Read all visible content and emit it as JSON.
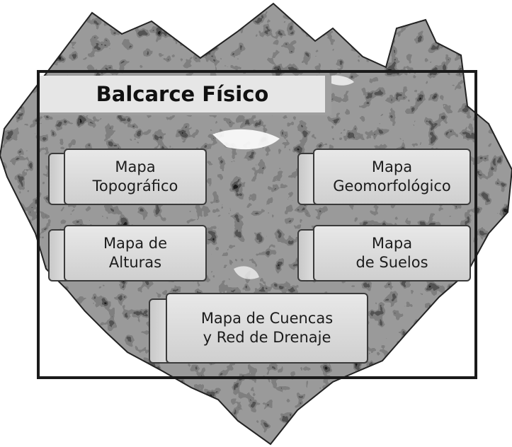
{
  "diagram": {
    "title": "Balcarce Físico",
    "boxes": [
      {
        "id": "topografico",
        "lines": [
          "Mapa",
          "Topográfico"
        ]
      },
      {
        "id": "geomorfologico",
        "lines": [
          "Mapa",
          "Geomorfológico"
        ]
      },
      {
        "id": "alturas",
        "lines": [
          "Mapa de",
          "Alturas"
        ]
      },
      {
        "id": "suelos",
        "lines": [
          "Mapa",
          "de Suelos"
        ]
      },
      {
        "id": "cuencas",
        "lines": [
          "Mapa de Cuencas",
          "y Red de Drenaje"
        ]
      }
    ]
  },
  "colors": {
    "frame": "#1a1a1a",
    "box_fill": "#dcdcdc",
    "map_dark": "#1e1e1e",
    "map_mid": "#8a8a8a",
    "map_light": "#d0d0d0"
  }
}
